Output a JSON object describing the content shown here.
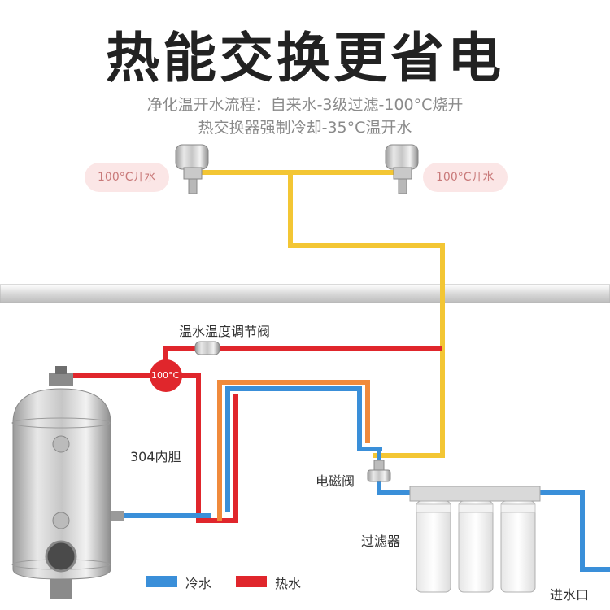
{
  "title": "热能交换更省电",
  "subtitle_line1": "净化温开水流程：自来水-3级过滤-100°C烧开",
  "subtitle_line2": "热交换器强制冷却-35°C温开水",
  "outlet_left_label": "100°C开水",
  "outlet_right_label": "100°C开水",
  "warm_valve_label": "温水温度调节阀",
  "temp_marker_label": "100°C",
  "tank_label": "304内胆",
  "solenoid_label": "电磁阀",
  "filter_label": "过滤器",
  "inlet_label": "进水口",
  "legend": [
    {
      "name": "冷水",
      "color": "#3a8fd9"
    },
    {
      "name": "热水",
      "color": "#e0262c"
    }
  ],
  "colors": {
    "cold": "#3a8fd9",
    "hot": "#e0262c",
    "warm": "#f3c634",
    "mixed": "#f08a3c"
  }
}
